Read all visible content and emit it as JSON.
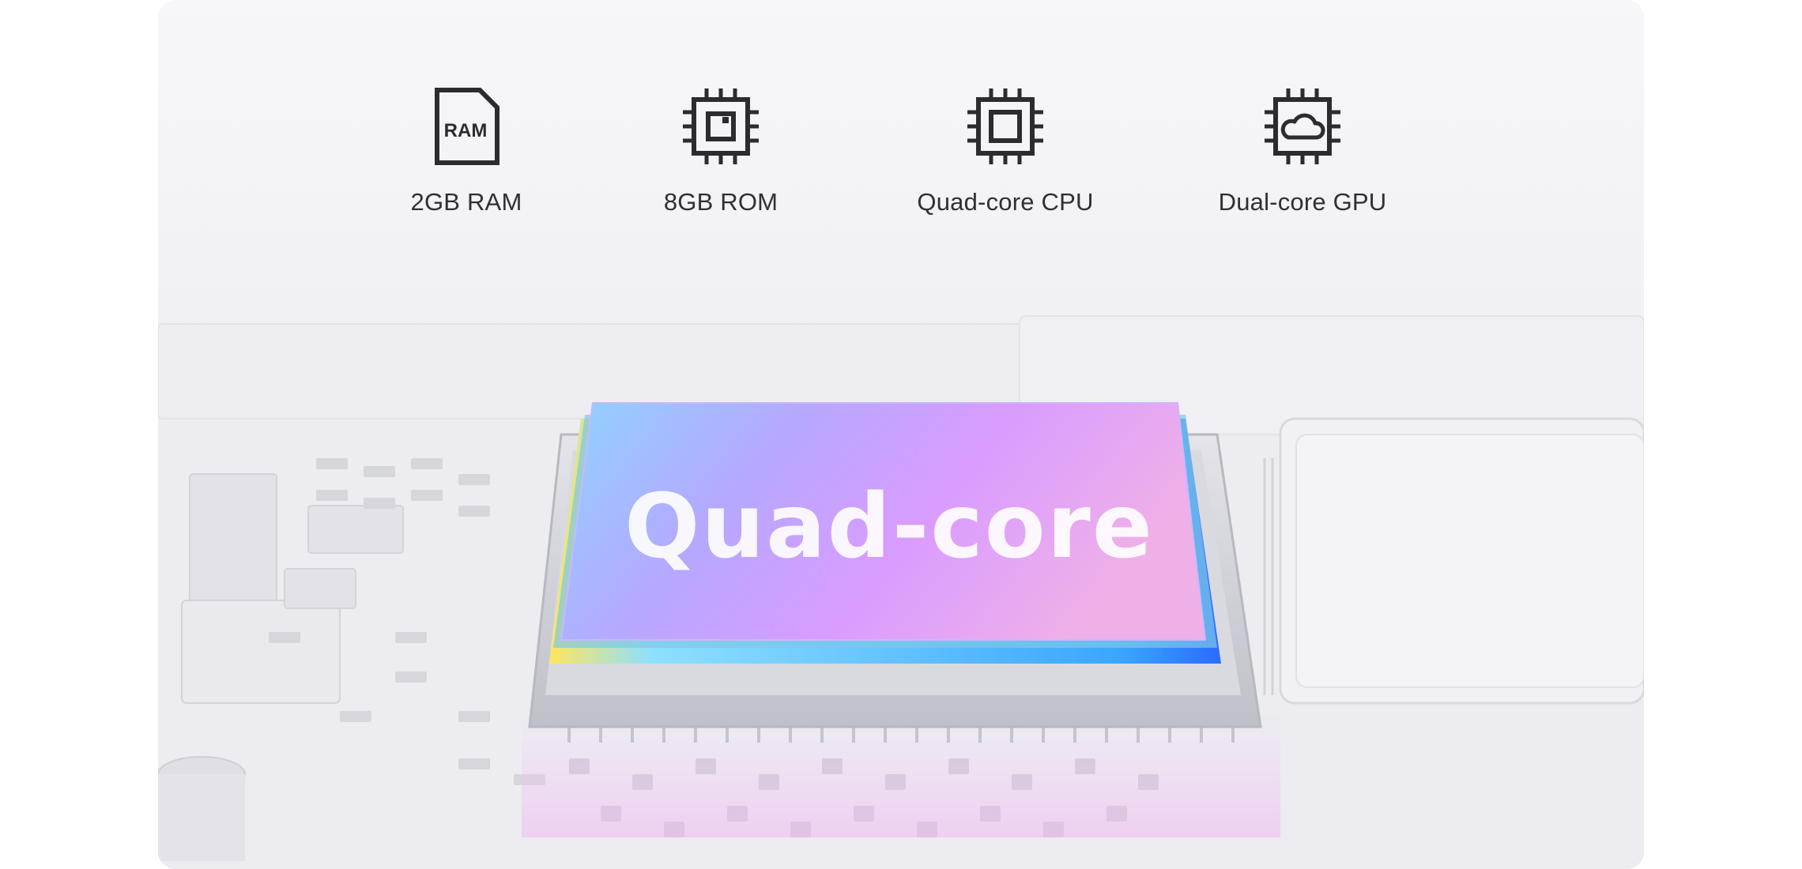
{
  "specs": [
    {
      "icon": "ram-card-icon",
      "icon_text": "RAM",
      "label": "2GB RAM"
    },
    {
      "icon": "chip-icon",
      "label": "8GB ROM"
    },
    {
      "icon": "cpu-icon",
      "label": "Quad-core CPU"
    },
    {
      "icon": "cloud-chip-icon",
      "label": "Dual-core GPU"
    }
  ],
  "chip": {
    "text": "Quad-core",
    "gradient": [
      "#8fd3ff",
      "#b6a8ff",
      "#d99cff",
      "#efb0e8"
    ],
    "edge_colors": [
      "#ffe65c",
      "#3aa6ff",
      "#2a6cff"
    ]
  },
  "colors": {
    "icon": "#2c2c30",
    "label": "#2f2f35",
    "background": "#f3f3f6"
  }
}
